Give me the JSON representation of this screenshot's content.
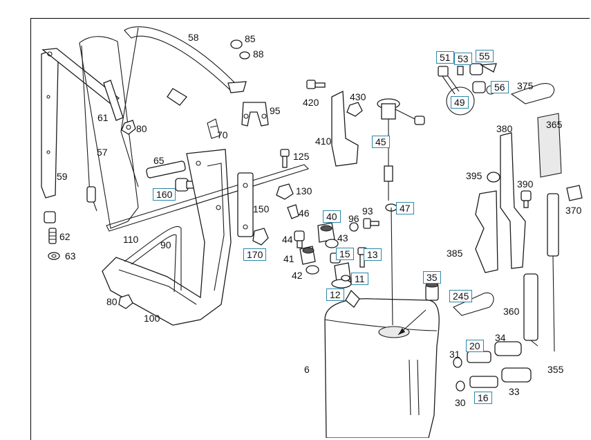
{
  "diagram": {
    "labels": [
      {
        "key": "58",
        "text": "58"
      },
      {
        "key": "85",
        "text": "85"
      },
      {
        "key": "88",
        "text": "88"
      },
      {
        "key": "95",
        "text": "95"
      },
      {
        "key": "61",
        "text": "61"
      },
      {
        "key": "80a",
        "text": "80"
      },
      {
        "key": "57",
        "text": "57"
      },
      {
        "key": "70",
        "text": "70"
      },
      {
        "key": "59",
        "text": "59"
      },
      {
        "key": "65",
        "text": "65"
      },
      {
        "key": "125",
        "text": "125"
      },
      {
        "key": "130",
        "text": "130"
      },
      {
        "key": "150",
        "text": "150"
      },
      {
        "key": "46",
        "text": "46"
      },
      {
        "key": "62",
        "text": "62"
      },
      {
        "key": "63",
        "text": "63"
      },
      {
        "key": "110",
        "text": "110"
      },
      {
        "key": "90",
        "text": "90"
      },
      {
        "key": "44",
        "text": "44"
      },
      {
        "key": "41",
        "text": "41"
      },
      {
        "key": "42",
        "text": "42"
      },
      {
        "key": "80b",
        "text": "80"
      },
      {
        "key": "100",
        "text": "100"
      },
      {
        "key": "420",
        "text": "420"
      },
      {
        "key": "430",
        "text": "430"
      },
      {
        "key": "410",
        "text": "410"
      },
      {
        "key": "96",
        "text": "96"
      },
      {
        "key": "93",
        "text": "93"
      },
      {
        "key": "43",
        "text": "43"
      },
      {
        "key": "375",
        "text": "375"
      },
      {
        "key": "380",
        "text": "380"
      },
      {
        "key": "365",
        "text": "365"
      },
      {
        "key": "395",
        "text": "395"
      },
      {
        "key": "390",
        "text": "390"
      },
      {
        "key": "370",
        "text": "370"
      },
      {
        "key": "385",
        "text": "385"
      },
      {
        "key": "360",
        "text": "360"
      },
      {
        "key": "34",
        "text": "34"
      },
      {
        "key": "31",
        "text": "31"
      },
      {
        "key": "6",
        "text": "6"
      },
      {
        "key": "30",
        "text": "30"
      },
      {
        "key": "33",
        "text": "33"
      },
      {
        "key": "355",
        "text": "355"
      }
    ],
    "boxed_labels": [
      {
        "key": "160",
        "text": "160"
      },
      {
        "key": "170",
        "text": "170"
      },
      {
        "key": "40",
        "text": "40"
      },
      {
        "key": "15",
        "text": "15"
      },
      {
        "key": "13",
        "text": "13"
      },
      {
        "key": "11",
        "text": "11"
      },
      {
        "key": "12",
        "text": "12"
      },
      {
        "key": "45",
        "text": "45"
      },
      {
        "key": "47",
        "text": "47"
      },
      {
        "key": "51",
        "text": "51"
      },
      {
        "key": "53",
        "text": "53"
      },
      {
        "key": "55",
        "text": "55"
      },
      {
        "key": "56",
        "text": "56"
      },
      {
        "key": "49",
        "text": "49"
      },
      {
        "key": "35",
        "text": "35"
      },
      {
        "key": "245",
        "text": "245"
      },
      {
        "key": "20",
        "text": "20"
      },
      {
        "key": "16",
        "text": "16"
      }
    ],
    "colors": {
      "box_border": "#2a86a8",
      "line": "#1a1a1a",
      "background": "#ffffff"
    }
  }
}
